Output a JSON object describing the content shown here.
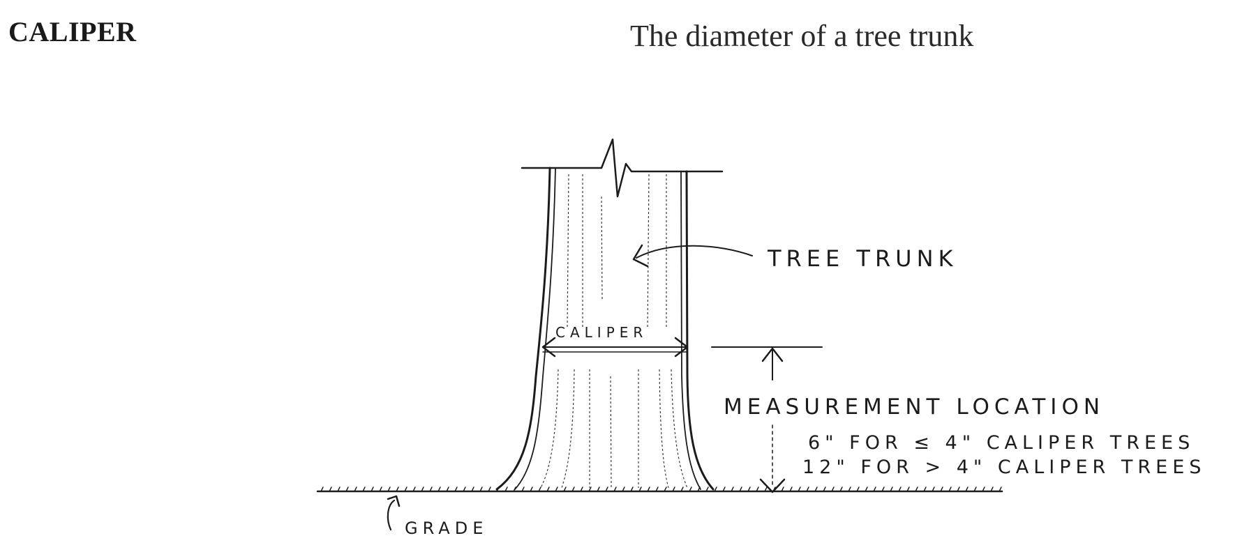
{
  "entry": {
    "term": "CALIPER",
    "definition": "The diameter of a tree trunk"
  },
  "sketch_labels": {
    "tree_trunk": "TREE TRUNK",
    "caliper": "CALIPER",
    "measurement_location": "MEASUREMENT  LOCATION",
    "rule_small": "6\" FOR ≤ 4\" CALIPER TREES",
    "rule_large": "12\" FOR > 4\" CALIPER TREES",
    "grade": "GRADE"
  }
}
